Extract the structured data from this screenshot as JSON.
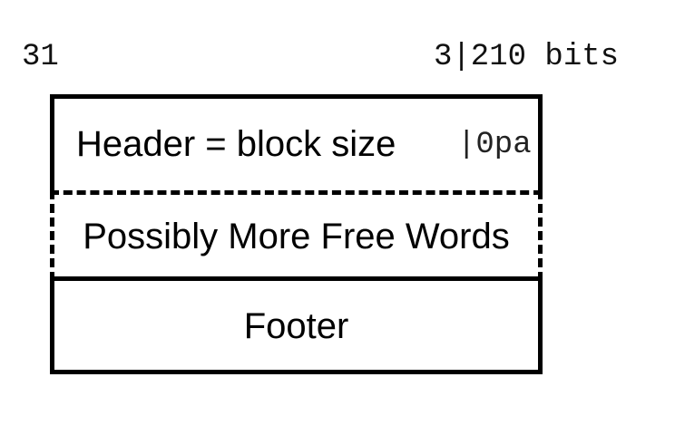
{
  "bit_labels": {
    "left": "31",
    "right": "3|210 bits"
  },
  "blocks": {
    "header": {
      "label": "Header = block size",
      "suffix": "|0pa"
    },
    "free_words": {
      "label": "Possibly More Free Words"
    },
    "footer": {
      "label": "Footer"
    }
  }
}
